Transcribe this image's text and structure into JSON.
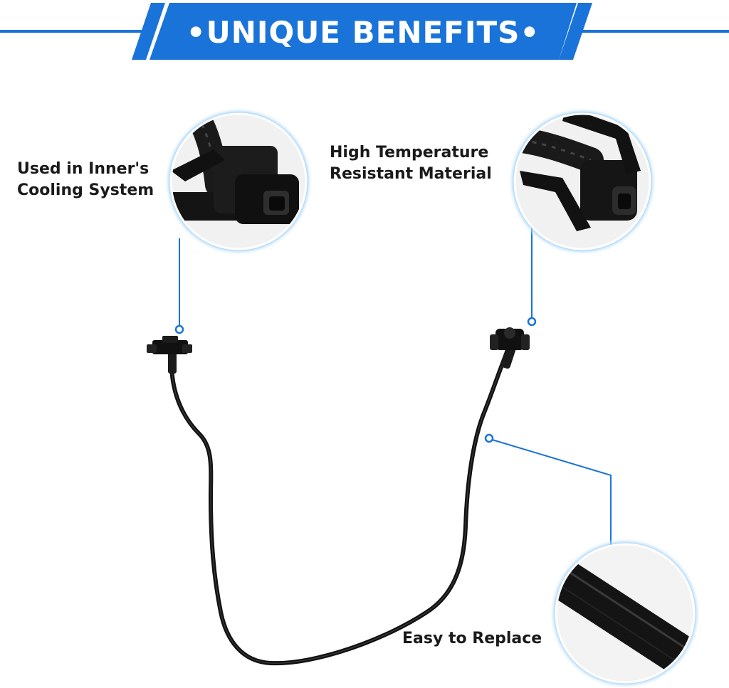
{
  "banner": {
    "title": "•UNIQUE BENEFITS•"
  },
  "callouts": {
    "left": [
      "Used in Inner's",
      "Cooling System"
    ],
    "right": [
      "High Temperature",
      "Resistant Material"
    ],
    "bottom": "Easy to Replace"
  },
  "colors": {
    "accent_blue": "#1a73d9",
    "glow_blue": "#8ec8f5",
    "hose_black": "#111111",
    "background": "#ffffff"
  },
  "images": {
    "product": "coolant-hose",
    "detail_left": "hose-connector-closeup",
    "detail_right": "hose-connector-clip-closeup",
    "detail_bottom": "hose-tube-closeup"
  }
}
